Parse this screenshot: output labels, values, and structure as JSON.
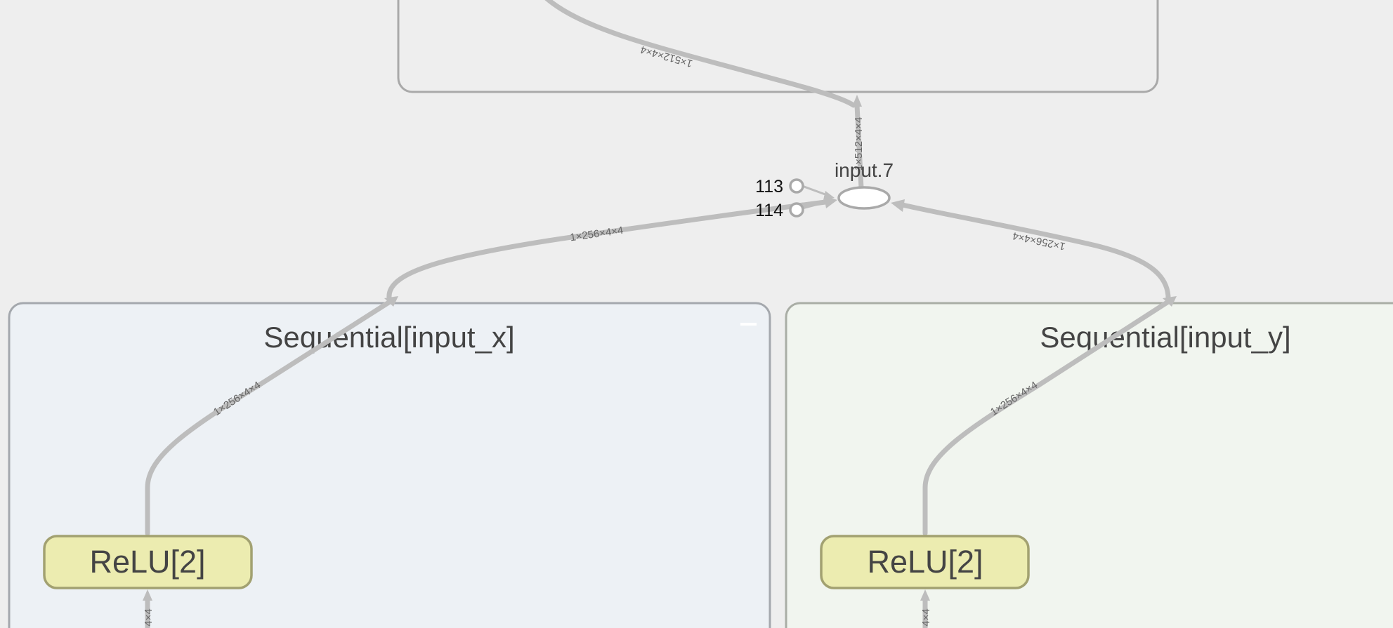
{
  "graph": {
    "upper_group": {
      "edge_label": "1×512×4×4"
    },
    "merge_node": {
      "name": "input.7",
      "in_edge_label": "1×512×4×4",
      "constants": [
        "113",
        "114"
      ]
    },
    "left_group": {
      "title": "Sequential[input_x]",
      "fill": "#edf1f5",
      "out_edge_label": "1×256×4×4",
      "inner_edge_label": "1×256×4×4",
      "op_label": "ReLU[2]",
      "op_in_edge_label": "4×4"
    },
    "right_group": {
      "title": "Sequential[input_y]",
      "fill": "#f1f5ef",
      "out_edge_label": "1×256×4×4",
      "inner_edge_label": "1×256×4×4",
      "op_label": "ReLU[2]",
      "op_in_edge_label": "4×4"
    }
  },
  "colors": {
    "background": "#eeeeee",
    "edge": "#bdbdbd",
    "group_border": "#a4a8ad",
    "op_fill": "#ececb0",
    "op_border": "#a2a171"
  }
}
